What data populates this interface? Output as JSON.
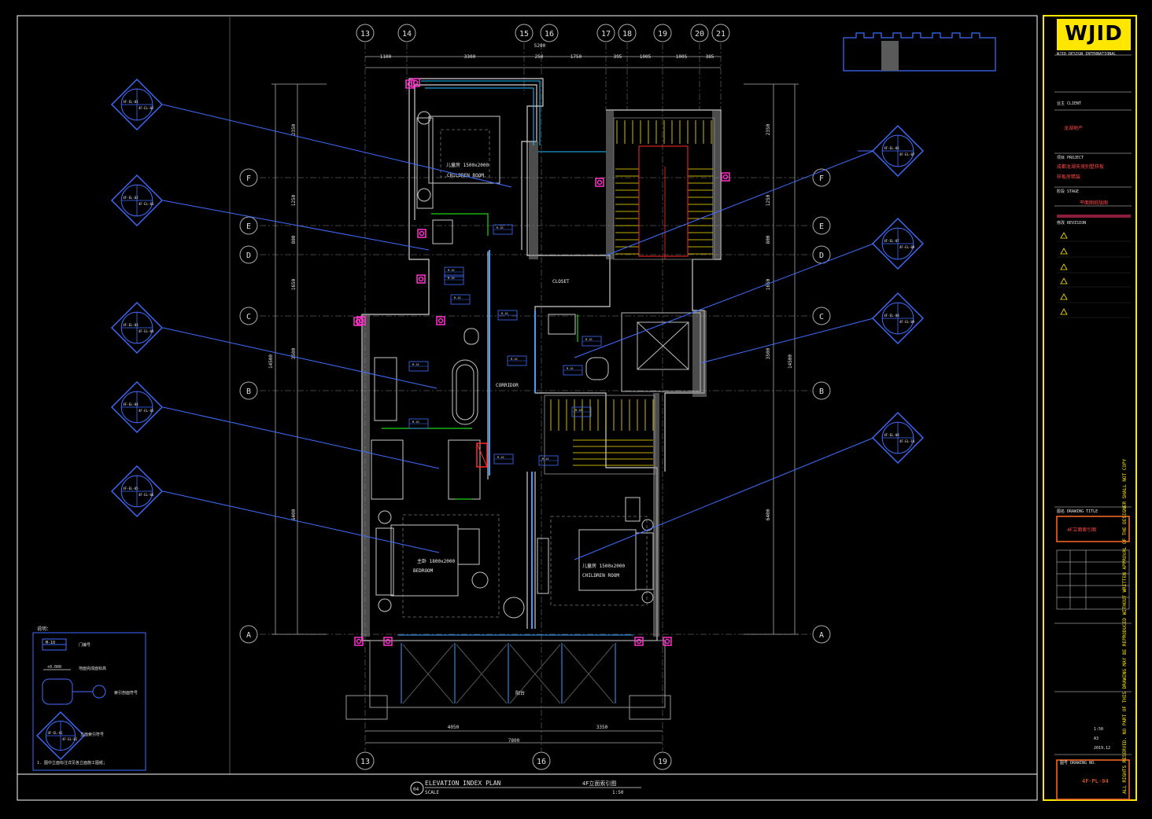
{
  "grid_axes_top": [
    "13",
    "14",
    "15",
    "16",
    "17",
    "18",
    "19",
    "20",
    "21"
  ],
  "grid_axes_bottom": [
    "13",
    "16",
    "19"
  ],
  "grid_rows": [
    "F",
    "E",
    "D",
    "C",
    "B",
    "A"
  ],
  "top_dims": [
    "1100",
    "3300",
    "5200",
    "250",
    "1750",
    "395",
    "1005",
    "1005",
    "385"
  ],
  "bottom_dims": [
    "4050",
    "3350",
    "7800"
  ],
  "left_dims": [
    "2350",
    "1250",
    "800",
    "1650",
    "3500",
    "6400",
    "14500"
  ],
  "room_labels": {
    "master_bath": "CHILDREN ROOM",
    "bedroom_top_size": "儿童房 1500x2000",
    "closet": "CLOSET",
    "corridor": "CORRIDOR",
    "bedroom_left": "BEDROOM",
    "bedroom_left_size": "主卧 1800x2000",
    "bedroom_right": "CHILDREN ROOM",
    "bedroom_right_size": "儿童房 1500x2000",
    "balcony": "阳台"
  },
  "tags": [
    "4F-EL-01",
    "4F-EL-02",
    "4F-EL-03",
    "4F-EL-04",
    "4F-EL-05",
    "4F-EL-06",
    "4F-EL-07",
    "4F-EL-08",
    "4F-EL-09",
    "4F-EL-10",
    "4F-EL-11",
    "4F-EL-12"
  ],
  "legend": {
    "title": "说明：",
    "tag_code": "M-10",
    "tag_sub": "门编号",
    "level_value": "+0.000",
    "level_desc": "地面完成面标高",
    "section_desc": "索引剖面符号",
    "elev_desc": "立面索引符号",
    "note": "1. 图中立面标注详见各立面施工图纸；"
  },
  "drawing_title": {
    "number": "04",
    "en": "ELEVATION  INDEX PLAN",
    "cn": "4F立面索引图",
    "scale_label": "SCALE",
    "scale": "1:50"
  },
  "title_block": {
    "logo": "WJID",
    "company": "WJID DESIGN INTERNATIONAL",
    "client_label": "业主 CLIENT",
    "client": "龙湖地产",
    "project_label": "项目 PROJECT",
    "project": "成都龙湖天境别墅样板",
    "project2": "样板房精装",
    "stage_label": "阶段 STAGE",
    "stage": "平面图纸版图",
    "revision_label": "修改 REVISION",
    "sheet_title_label": "图名 DRAWING TITLE",
    "sheet_title": "4F立面索引图",
    "sheet_no_label": "图号 DRAWING NO.",
    "sheet_no": "4F-PL-04",
    "scale": "1:50",
    "size": "A3",
    "date": "2019.12",
    "vertical_note": "ALL RIGHTS RESERVED. NO PART OF THIS DRAWING MAY BE REPRODUCED WITHOUT WRITTEN APPROVAL OF THE DESIGNER SHALL NOT COPY"
  }
}
